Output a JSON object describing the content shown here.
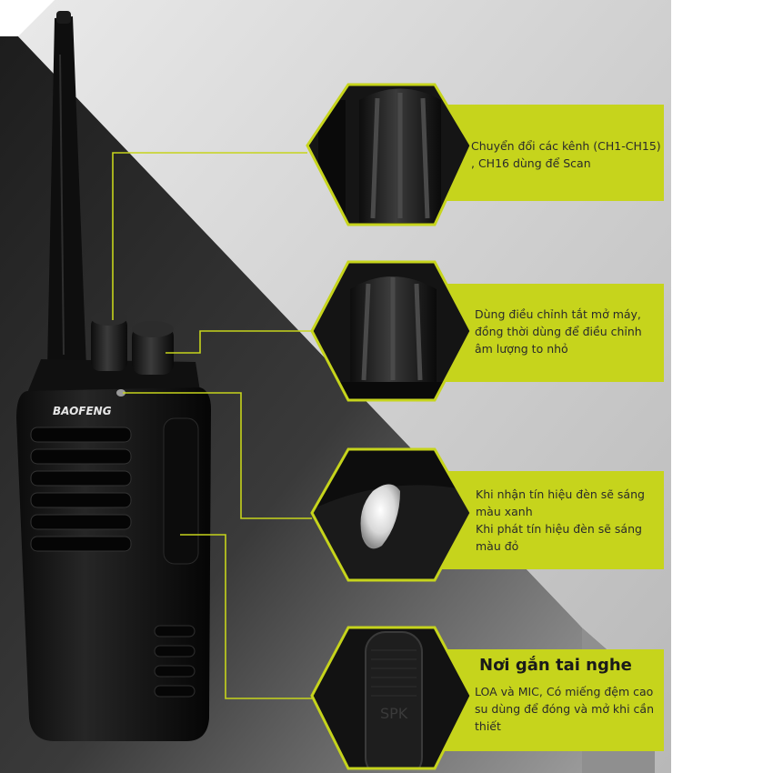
{
  "brand": "BAOFENG",
  "speaker_marking": "SPK",
  "colors": {
    "accent": "#c6d41c",
    "device": "#141414",
    "backdrop_dark": "#2a2a2a",
    "backdrop_light": "#d9d9d9"
  },
  "callouts": [
    {
      "id": "channel-knob",
      "title": "",
      "text": "Chuyển đổi các kênh (CH1-CH15)\n, CH16 dùng để Scan"
    },
    {
      "id": "volume-knob",
      "title": "",
      "text": "Dùng điều chỉnh tắt mở máy,\nđồng thời dùng để điều chỉnh\nâm lượng to nhỏ"
    },
    {
      "id": "led-indicator",
      "title": "",
      "text": "Khi nhận tín hiệu đèn sẽ sáng\nmàu xanh\nKhi phát tín hiệu đèn sẽ sáng\nmàu đỏ"
    },
    {
      "id": "earphone-port",
      "title": "Nơi gắn tai nghe",
      "text": "LOA và MIC, Có miếng đệm cao\nsu dùng để đóng và mở khi cần\nthiết"
    }
  ]
}
